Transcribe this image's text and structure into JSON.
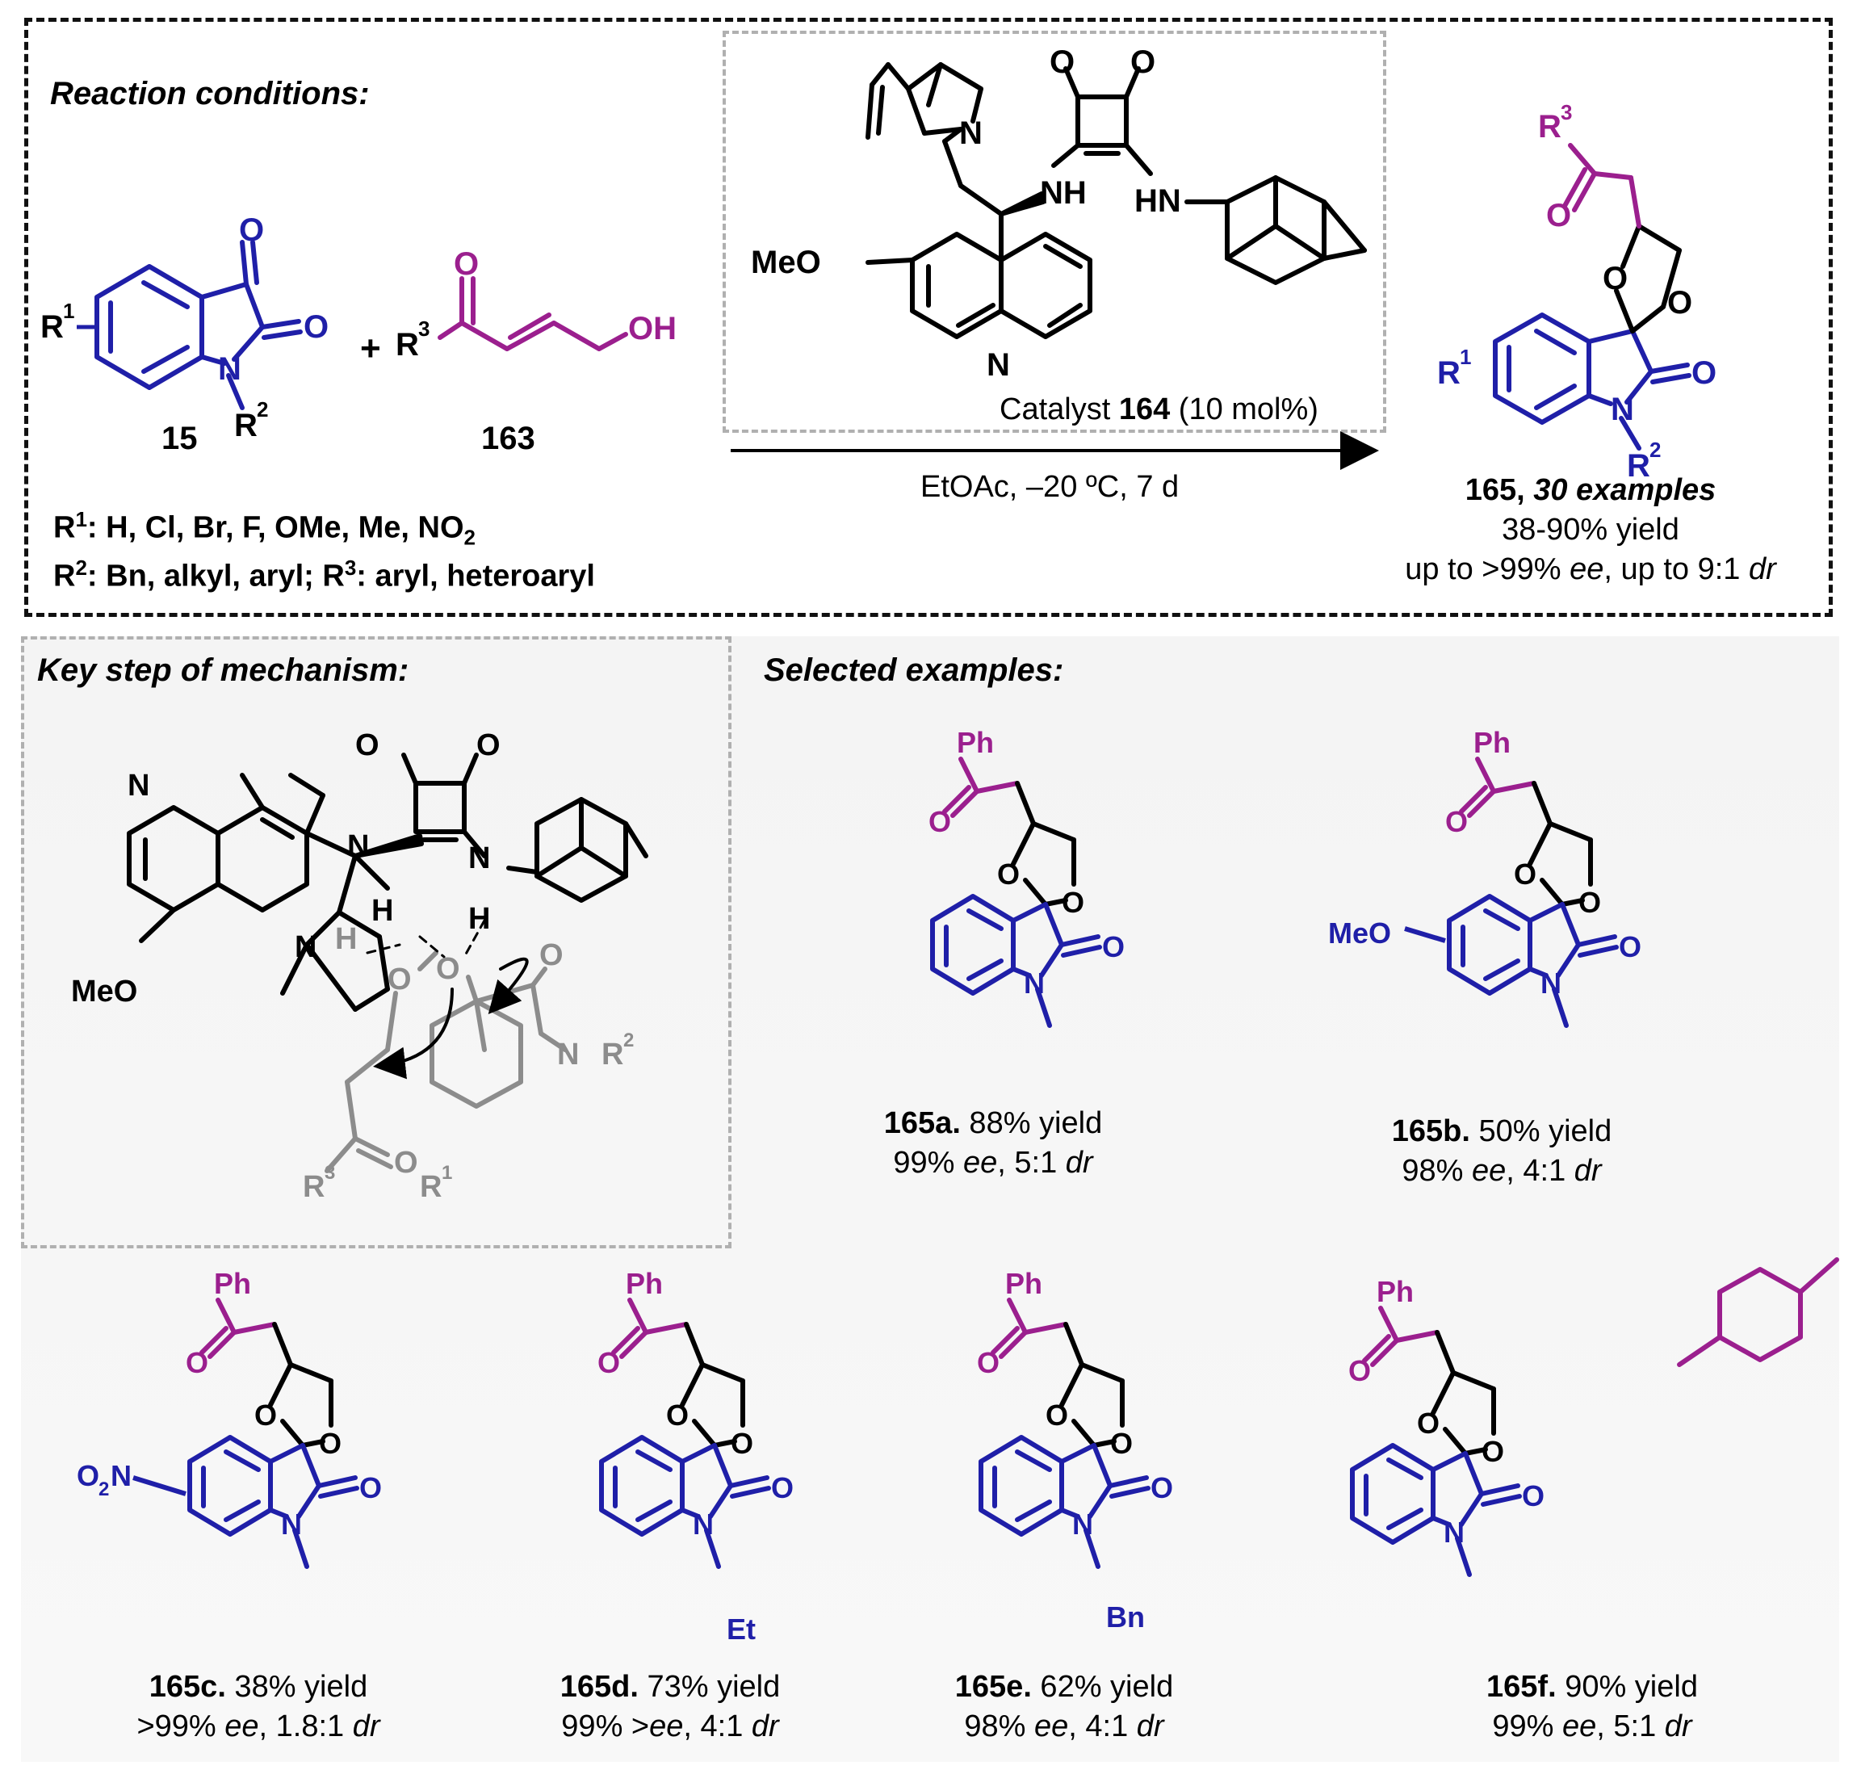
{
  "top": {
    "reaction_conditions": "Reaction conditions:",
    "compound_15": "15",
    "compound_163": "163",
    "plus": "+",
    "r1_prefix": "R",
    "r1_sup": "1",
    "r1_text": ": H, Cl, Br, F, OMe, Me, NO",
    "r1_sub": "2",
    "r2_prefix": "R",
    "r2_sup": "2",
    "r2_text": ": Bn, alkyl, aryl; R",
    "r3_sup": "3",
    "r3_text": ": aryl, heteroaryl",
    "catalyst_prefix": "Catalyst ",
    "catalyst_id": "164",
    "catalyst_loading": " (10 mol%)",
    "conditions": "EtOAc, ‒20 ºC, 7 d",
    "product_id": "165,",
    "product_count": " 30 examples",
    "yield_range": "38-90% yield",
    "ee_prefix": "up to >99% ",
    "ee": "ee",
    "dr_prefix": ", up to 9:1 ",
    "dr": "dr"
  },
  "bottom": {
    "mechanism_title": "Key step of mechanism:",
    "examples_title": "Selected examples:",
    "examples": [
      {
        "id": "165a.",
        "yield": " 88% yield",
        "line2a": "99% ",
        "ee": "ee",
        "line2b": ", 5:1 ",
        "dr": "dr"
      },
      {
        "id": "165b.",
        "yield": " 50% yield",
        "line2a": "98% ",
        "ee": "ee",
        "line2b": ", 4:1 ",
        "dr": "dr"
      },
      {
        "id": "165c.",
        "yield": " 38% yield",
        "line2a": ">99% ",
        "ee": "ee",
        "line2b": ", 1.8:1 ",
        "dr": "dr"
      },
      {
        "id": "165d.",
        "yield": " 73% yield",
        "line2a": "99% >",
        "ee": "ee",
        "line2b": ", 4:1 ",
        "dr": "dr"
      },
      {
        "id": "165e.",
        "yield": " 62% yield",
        "line2a": "98% ",
        "ee": "ee",
        "line2b": ", 4:1 ",
        "dr": "dr"
      },
      {
        "id": "165f.",
        "yield": " 90% yield",
        "line2a": "99% ",
        "ee": "ee",
        "line2b": ", 5:1 ",
        "dr": "dr"
      }
    ]
  },
  "atoms": {
    "O": "O",
    "N": "N",
    "NH": "NH",
    "HN": "HN",
    "OH": "OH",
    "H": "H",
    "MeO": "MeO",
    "Ph": "Ph",
    "R": "R",
    "Et": "Et",
    "Bn": "Bn",
    "NO2_main": "O",
    "NO2_sub": "2",
    "NO2_N": "N",
    "sup1": "1",
    "sup2": "2",
    "sup3": "3"
  },
  "colors": {
    "isatin": "#1f1fa8",
    "enone": "#9b1f8e",
    "catalyst": "#000000",
    "mechanism_substrate": "#8c8c8c",
    "frame": "#111111"
  }
}
